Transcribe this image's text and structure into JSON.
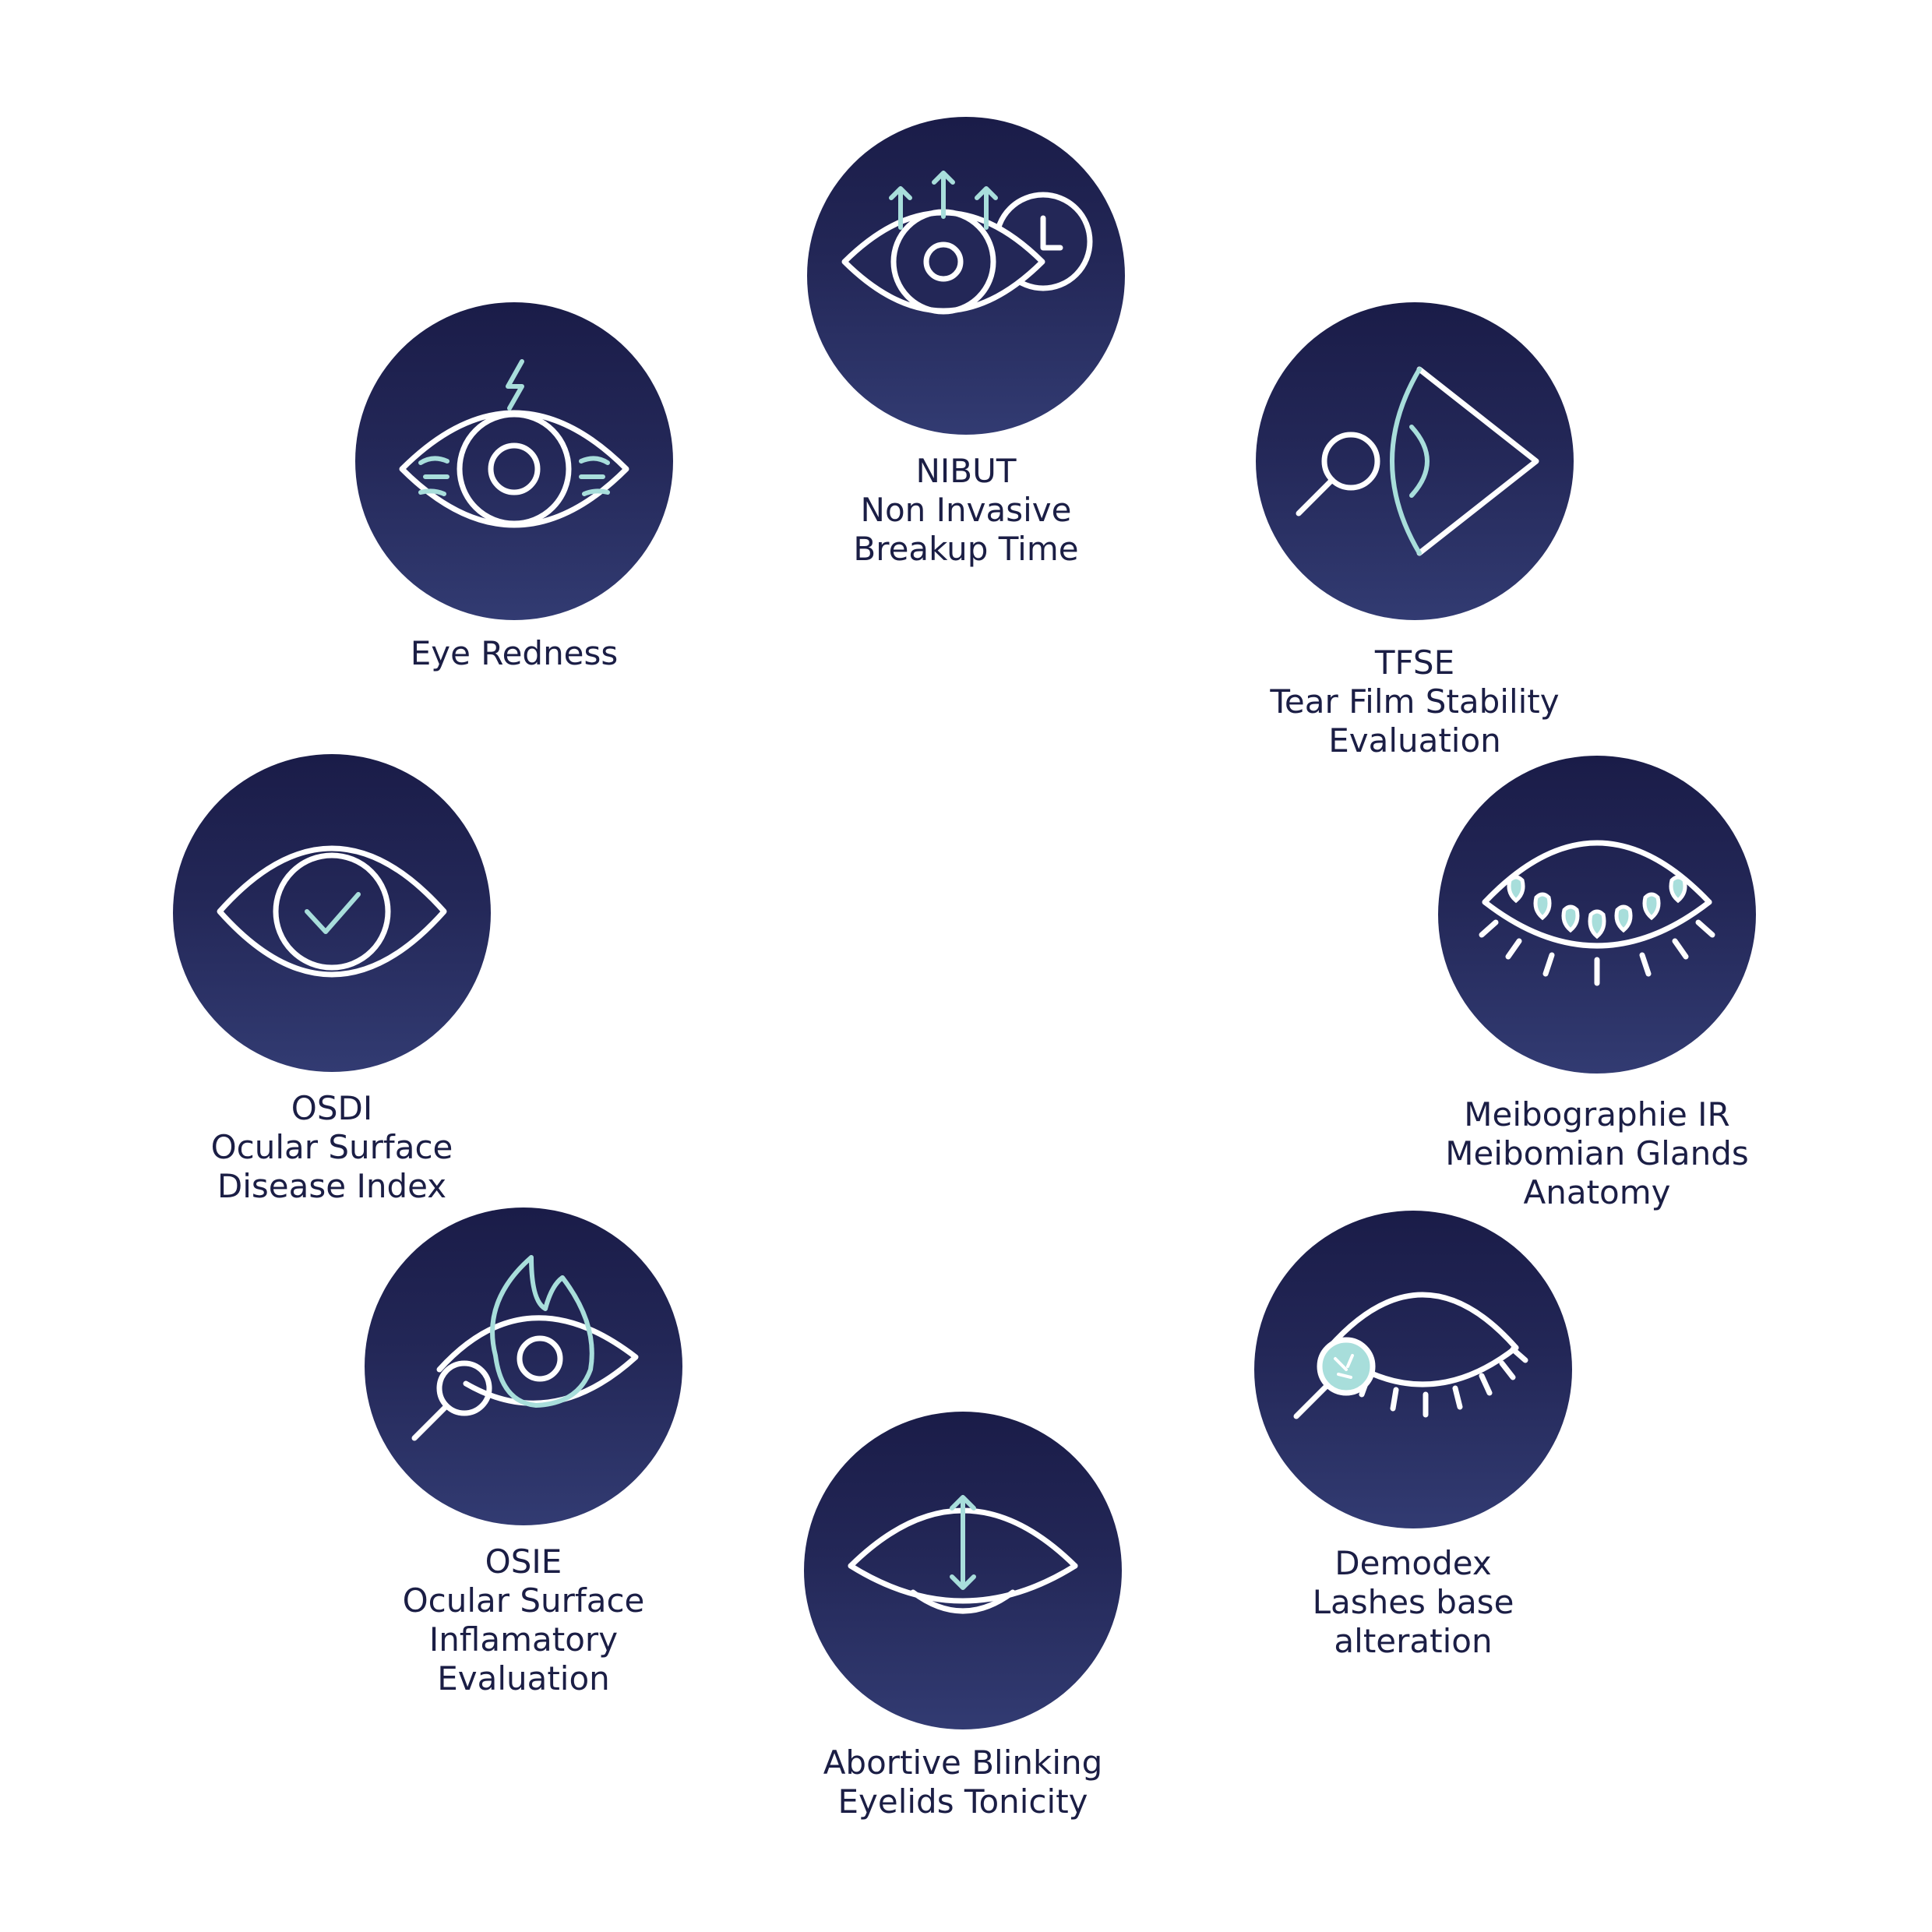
{
  "nodes": [
    {
      "id": "nibut",
      "icon": "eye-arrows-clock-icon",
      "lines": [
        "NIBUT",
        "Non Invasive",
        "Breakup Time"
      ]
    },
    {
      "id": "tfse",
      "icon": "magnifier-eye-profile-icon",
      "lines": [
        "TFSE",
        "Tear Film Stability",
        "Evaluation"
      ]
    },
    {
      "id": "meibographie",
      "icon": "closed-eye-glands-icon",
      "lines": [
        "Meibographie IR",
        "Meibomian Glands",
        "Anatomy"
      ]
    },
    {
      "id": "demodex",
      "icon": "closed-eye-lashes-magnifier-icon",
      "lines": [
        "Demodex",
        "Lashes base",
        "alteration"
      ]
    },
    {
      "id": "abortive-blinking",
      "icon": "half-closed-eye-arrow-icon",
      "lines": [
        "Abortive Blinking",
        "Eyelids Tonicity"
      ]
    },
    {
      "id": "osie",
      "icon": "eye-flame-magnifier-icon",
      "lines": [
        "OSIE",
        "Ocular Surface",
        "Inflamatory",
        "Evaluation"
      ]
    },
    {
      "id": "osdi",
      "icon": "eye-checkmark-icon",
      "lines": [
        "OSDI",
        "Ocular Surface",
        "Disease Index"
      ]
    },
    {
      "id": "eye-redness",
      "icon": "red-eye-lightning-icon",
      "lines": [
        "Eye Redness"
      ]
    }
  ],
  "colors": {
    "circle_top": "#1a1c48",
    "circle_bottom": "#323b72",
    "line_white": "#ffffff",
    "accent_teal": "#a8dedb",
    "text": "#1b1e45"
  }
}
